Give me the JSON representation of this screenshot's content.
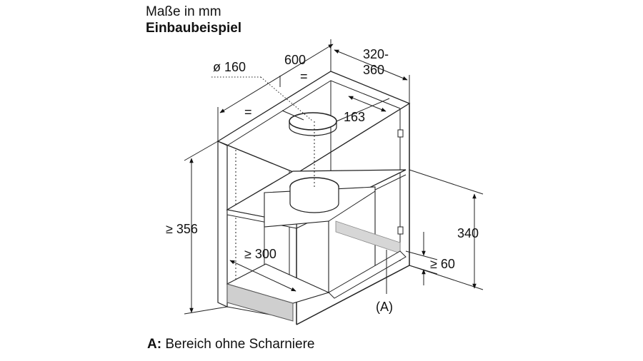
{
  "header": {
    "line1": "Maße in mm",
    "line2": "Einbaubeispiel"
  },
  "dimensions": {
    "diameter": "ø 160",
    "width": "600",
    "depth_line1": "320-",
    "depth_line2": "360",
    "equal_sign": "=",
    "offset": "163",
    "height_total": "≥ 356",
    "shelf_depth": "≥ 300",
    "cabinet_height": "340",
    "bottom_gap": "≥ 60",
    "marker": "(A)"
  },
  "legend": {
    "key": "A:",
    "text": "Bereich ohne Scharniere"
  }
}
